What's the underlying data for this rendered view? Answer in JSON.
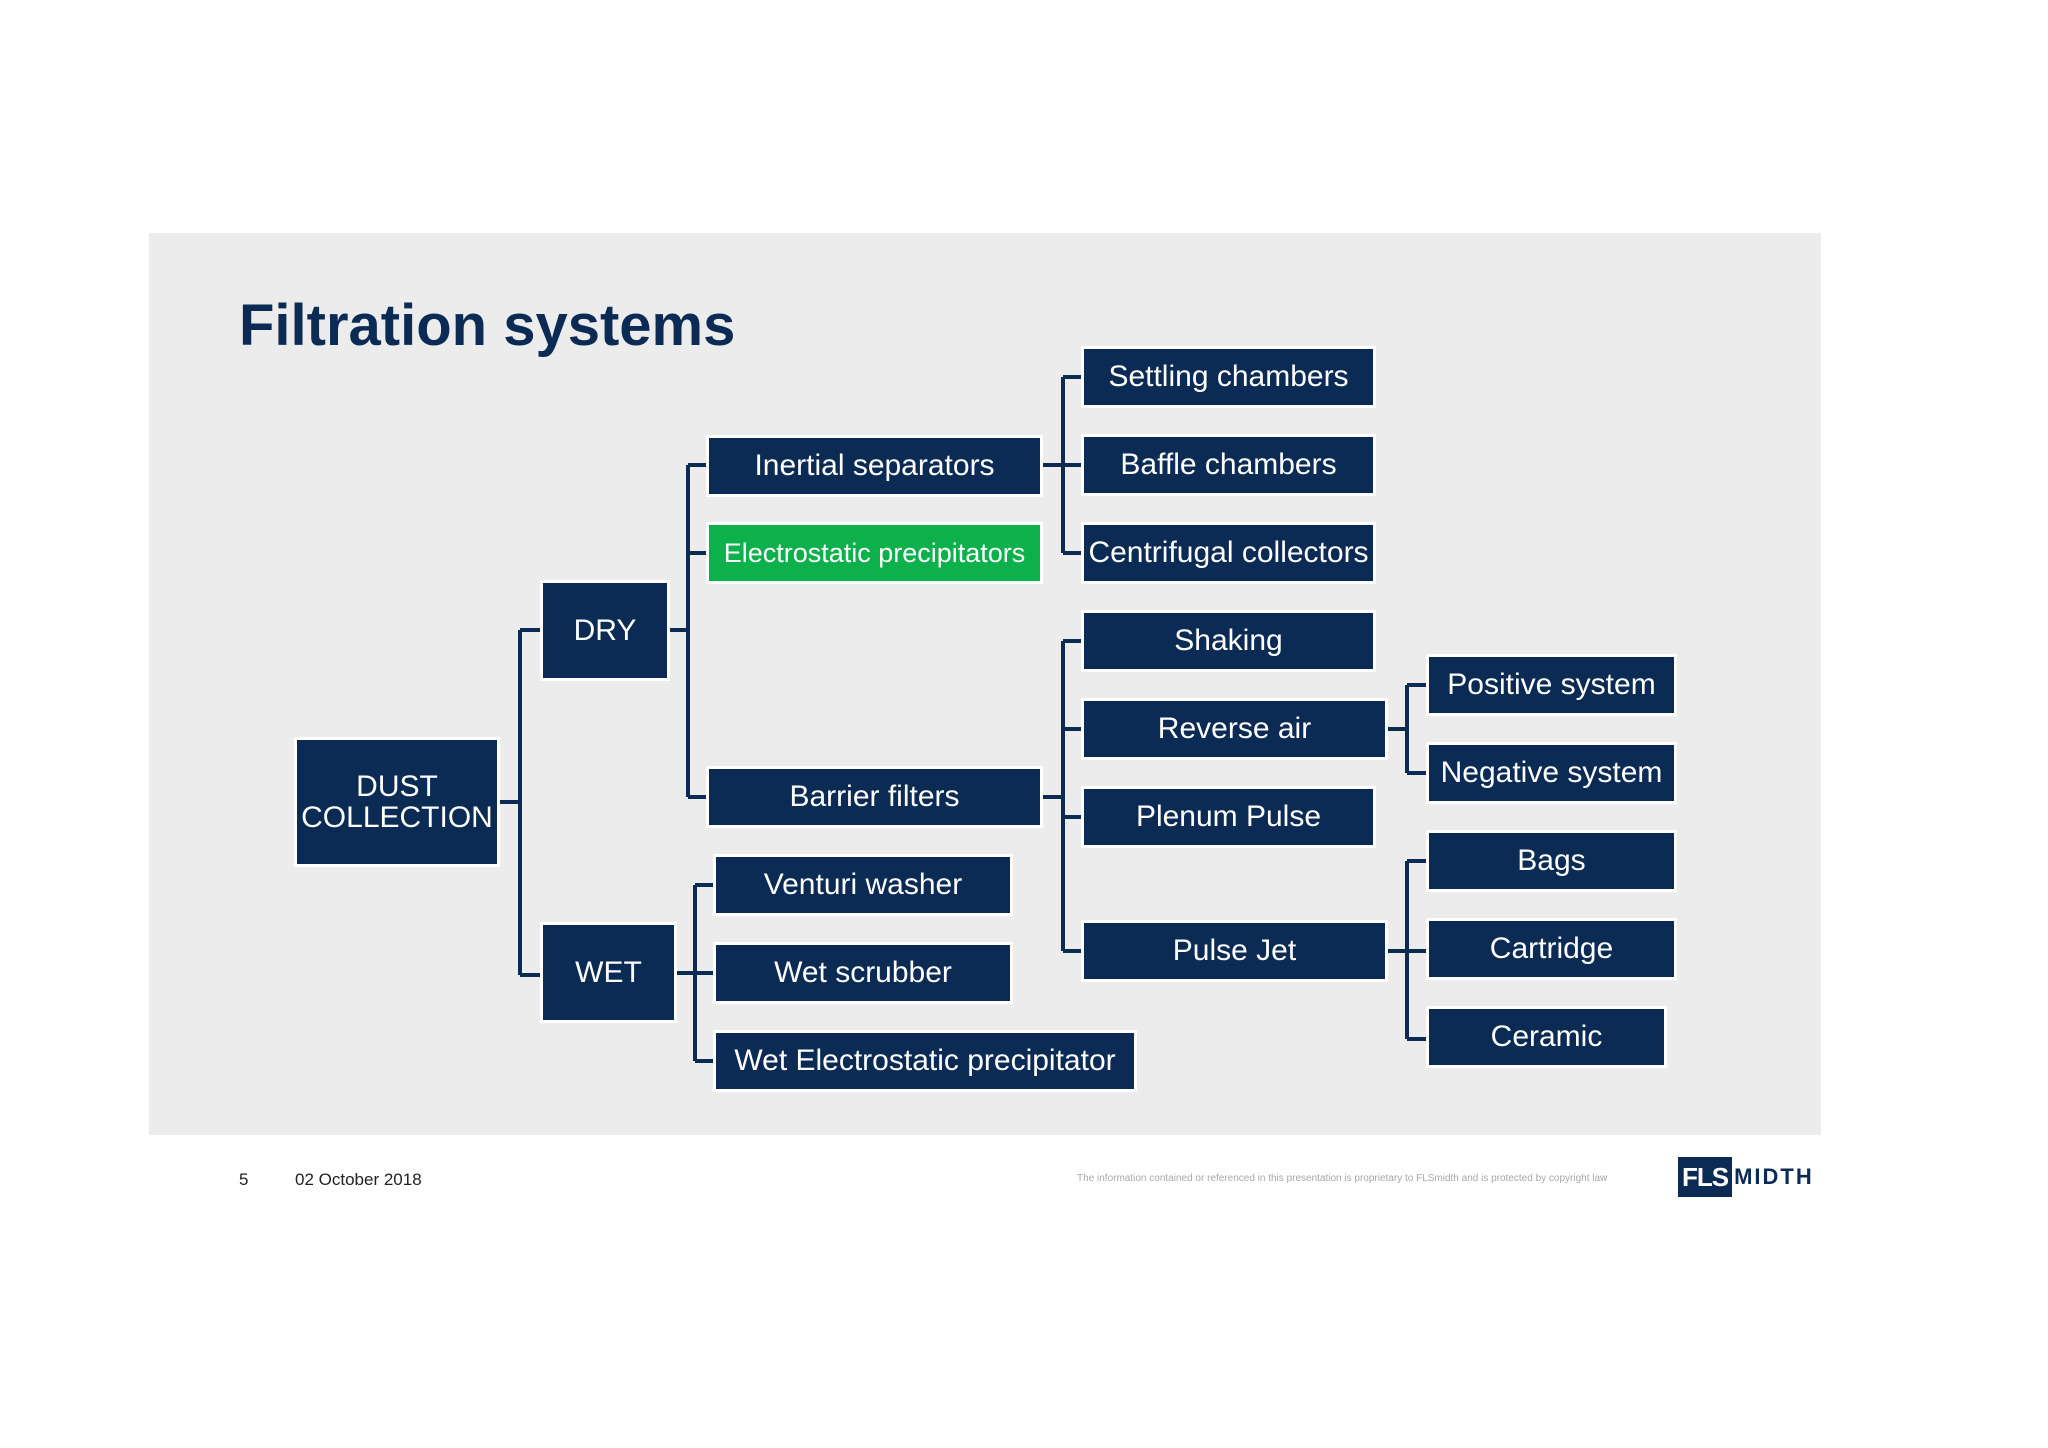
{
  "title": "Filtration systems",
  "nodes": {
    "dust_collection": "DUST\nCOLLECTION",
    "dry": "DRY",
    "wet": "WET",
    "inertial_separators": "Inertial separators",
    "electrostatic_precipitators": "Electrostatic precipitators",
    "barrier_filters": "Barrier filters",
    "venturi_washer": "Venturi washer",
    "wet_scrubber": "Wet scrubber",
    "wet_electrostatic_precipitator": "Wet Electrostatic precipitator",
    "settling_chambers": "Settling chambers",
    "baffle_chambers": "Baffle chambers",
    "centrifugal_collectors": "Centrifugal collectors",
    "shaking": "Shaking",
    "reverse_air": "Reverse air",
    "plenum_pulse": "Plenum Pulse",
    "pulse_jet": "Pulse Jet",
    "positive_system": "Positive system",
    "negative_system": "Negative system",
    "bags": "Bags",
    "cartridge": "Cartridge",
    "ceramic": "Ceramic"
  },
  "footer": {
    "page_number": "5",
    "date": "02 October 2018",
    "disclaimer": "The information contained or referenced in this presentation is proprietary to FLSmidth and is protected by copyright law",
    "logo_box_text": "FLS",
    "logo_rest_text": "MIDTH"
  },
  "colors": {
    "navy": "#0b2b55",
    "highlight_green": "#0cb14b",
    "slide_background": "#ececec"
  }
}
